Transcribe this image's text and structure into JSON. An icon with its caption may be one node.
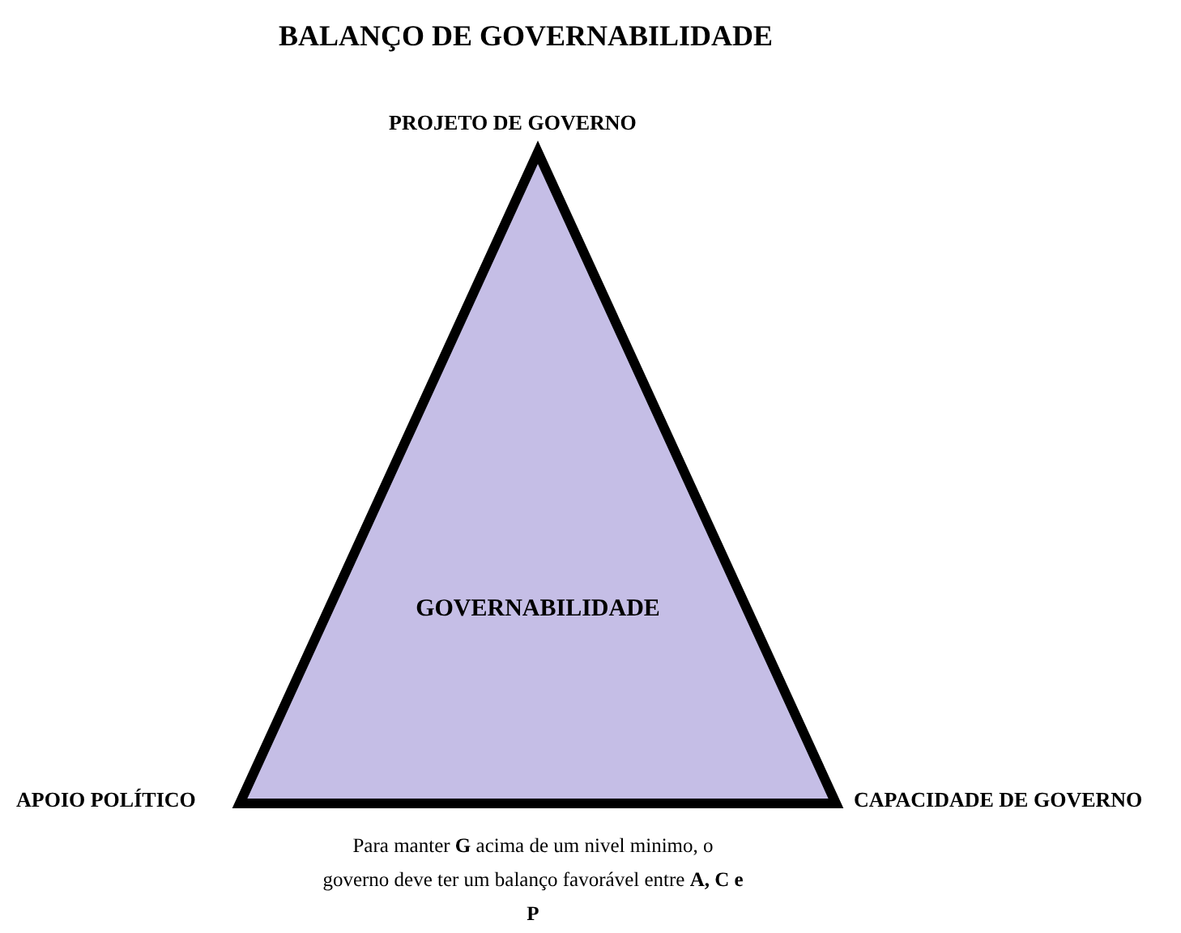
{
  "diagram": {
    "title": "BALANÇO DE GOVERNABILIDADE",
    "nodes": [
      {
        "text": [
          "GOVERNABILIDADE"
        ]
      }
    ],
    "edges": [],
    "labels": [
      "PROJETO DE GOVERNO",
      "APOIO POLÍTICO",
      "CAPACIDADE DE GOVERNO"
    ],
    "caption": "Para manter **G** acima de um nivel minimo, o governo deve ter um balanço favorável entre **A, C e P**"
  }
}
